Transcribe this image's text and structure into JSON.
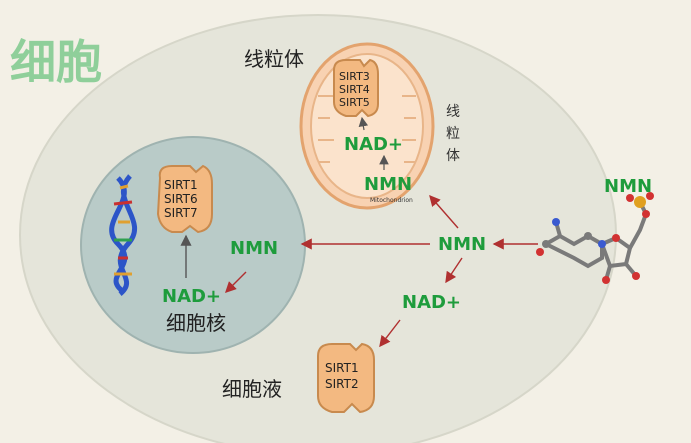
{
  "title": "细胞",
  "mito": {
    "label": "线粒体",
    "side_label": [
      "线",
      "粒",
      "体"
    ],
    "sirts": [
      "SIRT3",
      "SIRT4",
      "SIRT5"
    ],
    "nad": "NAD+",
    "nmn": "NMN",
    "sublabel": "Mitochondrion"
  },
  "nucleus": {
    "label": "细胞核",
    "sirts": [
      "SIRT1",
      "SIRT6",
      "SIRT7"
    ],
    "nmn": "NMN",
    "nad": "NAD+"
  },
  "cytosol": {
    "label": "细胞液",
    "sirts": [
      "SIRT1",
      "SIRT2"
    ],
    "nad": "NAD+"
  },
  "center_nmn": "NMN",
  "outside_nmn": "NMN",
  "colors": {
    "green": "#1e9c3c",
    "arrow": "#b03030",
    "cell": "#e5e5da",
    "nucleus": "#b9cbc8",
    "mito": "#f8d2b2",
    "sirt": "#f3b981"
  }
}
